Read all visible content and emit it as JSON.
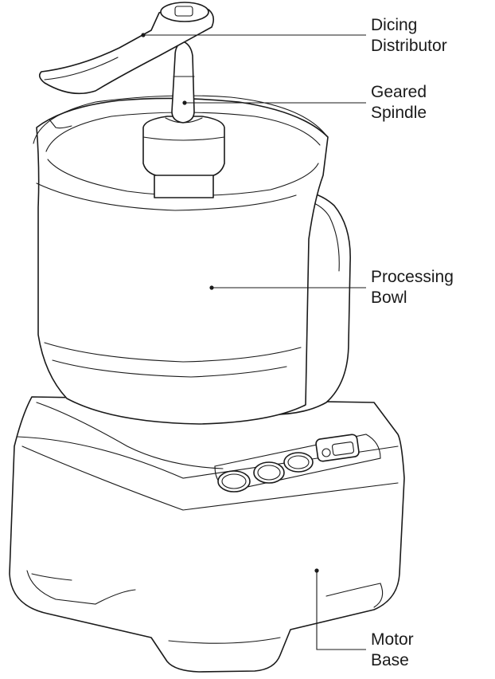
{
  "callouts": [
    {
      "id": "dicing-distributor",
      "line1": "Dicing",
      "line2": "Distributor"
    },
    {
      "id": "geared-spindle",
      "line1": "Geared",
      "line2": "Spindle"
    },
    {
      "id": "processing-bowl",
      "line1": "Processing",
      "line2": "Bowl"
    },
    {
      "id": "motor-base",
      "line1": "Motor",
      "line2": "Base"
    }
  ],
  "colors": {
    "line": "#1a1a1a",
    "background": "#ffffff"
  }
}
